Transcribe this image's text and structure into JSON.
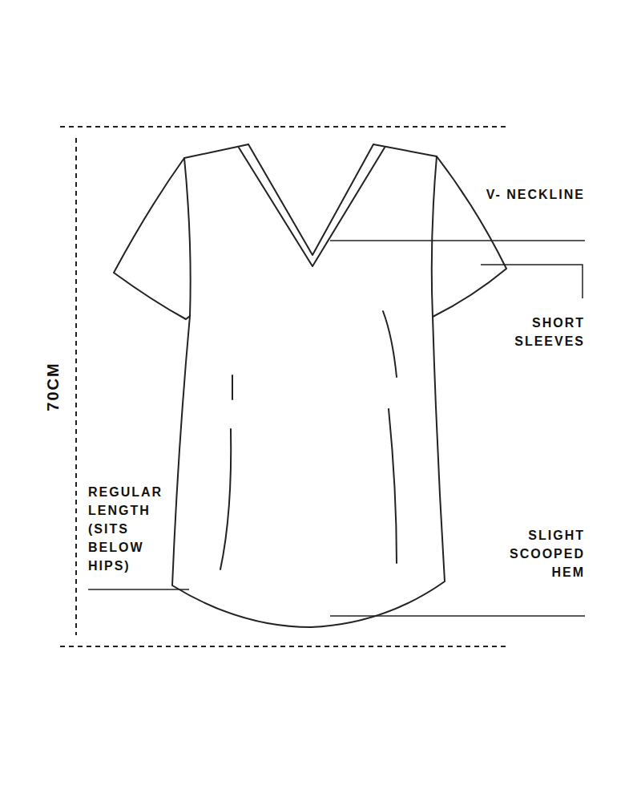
{
  "diagram": {
    "labels": [
      "70CM",
      "V- NECKLINE",
      "SHORT SLEEVES",
      "REGULAR LENGTH (SITS BELOW HIPS)",
      "SLIGHT SCOOPED HEM"
    ]
  }
}
